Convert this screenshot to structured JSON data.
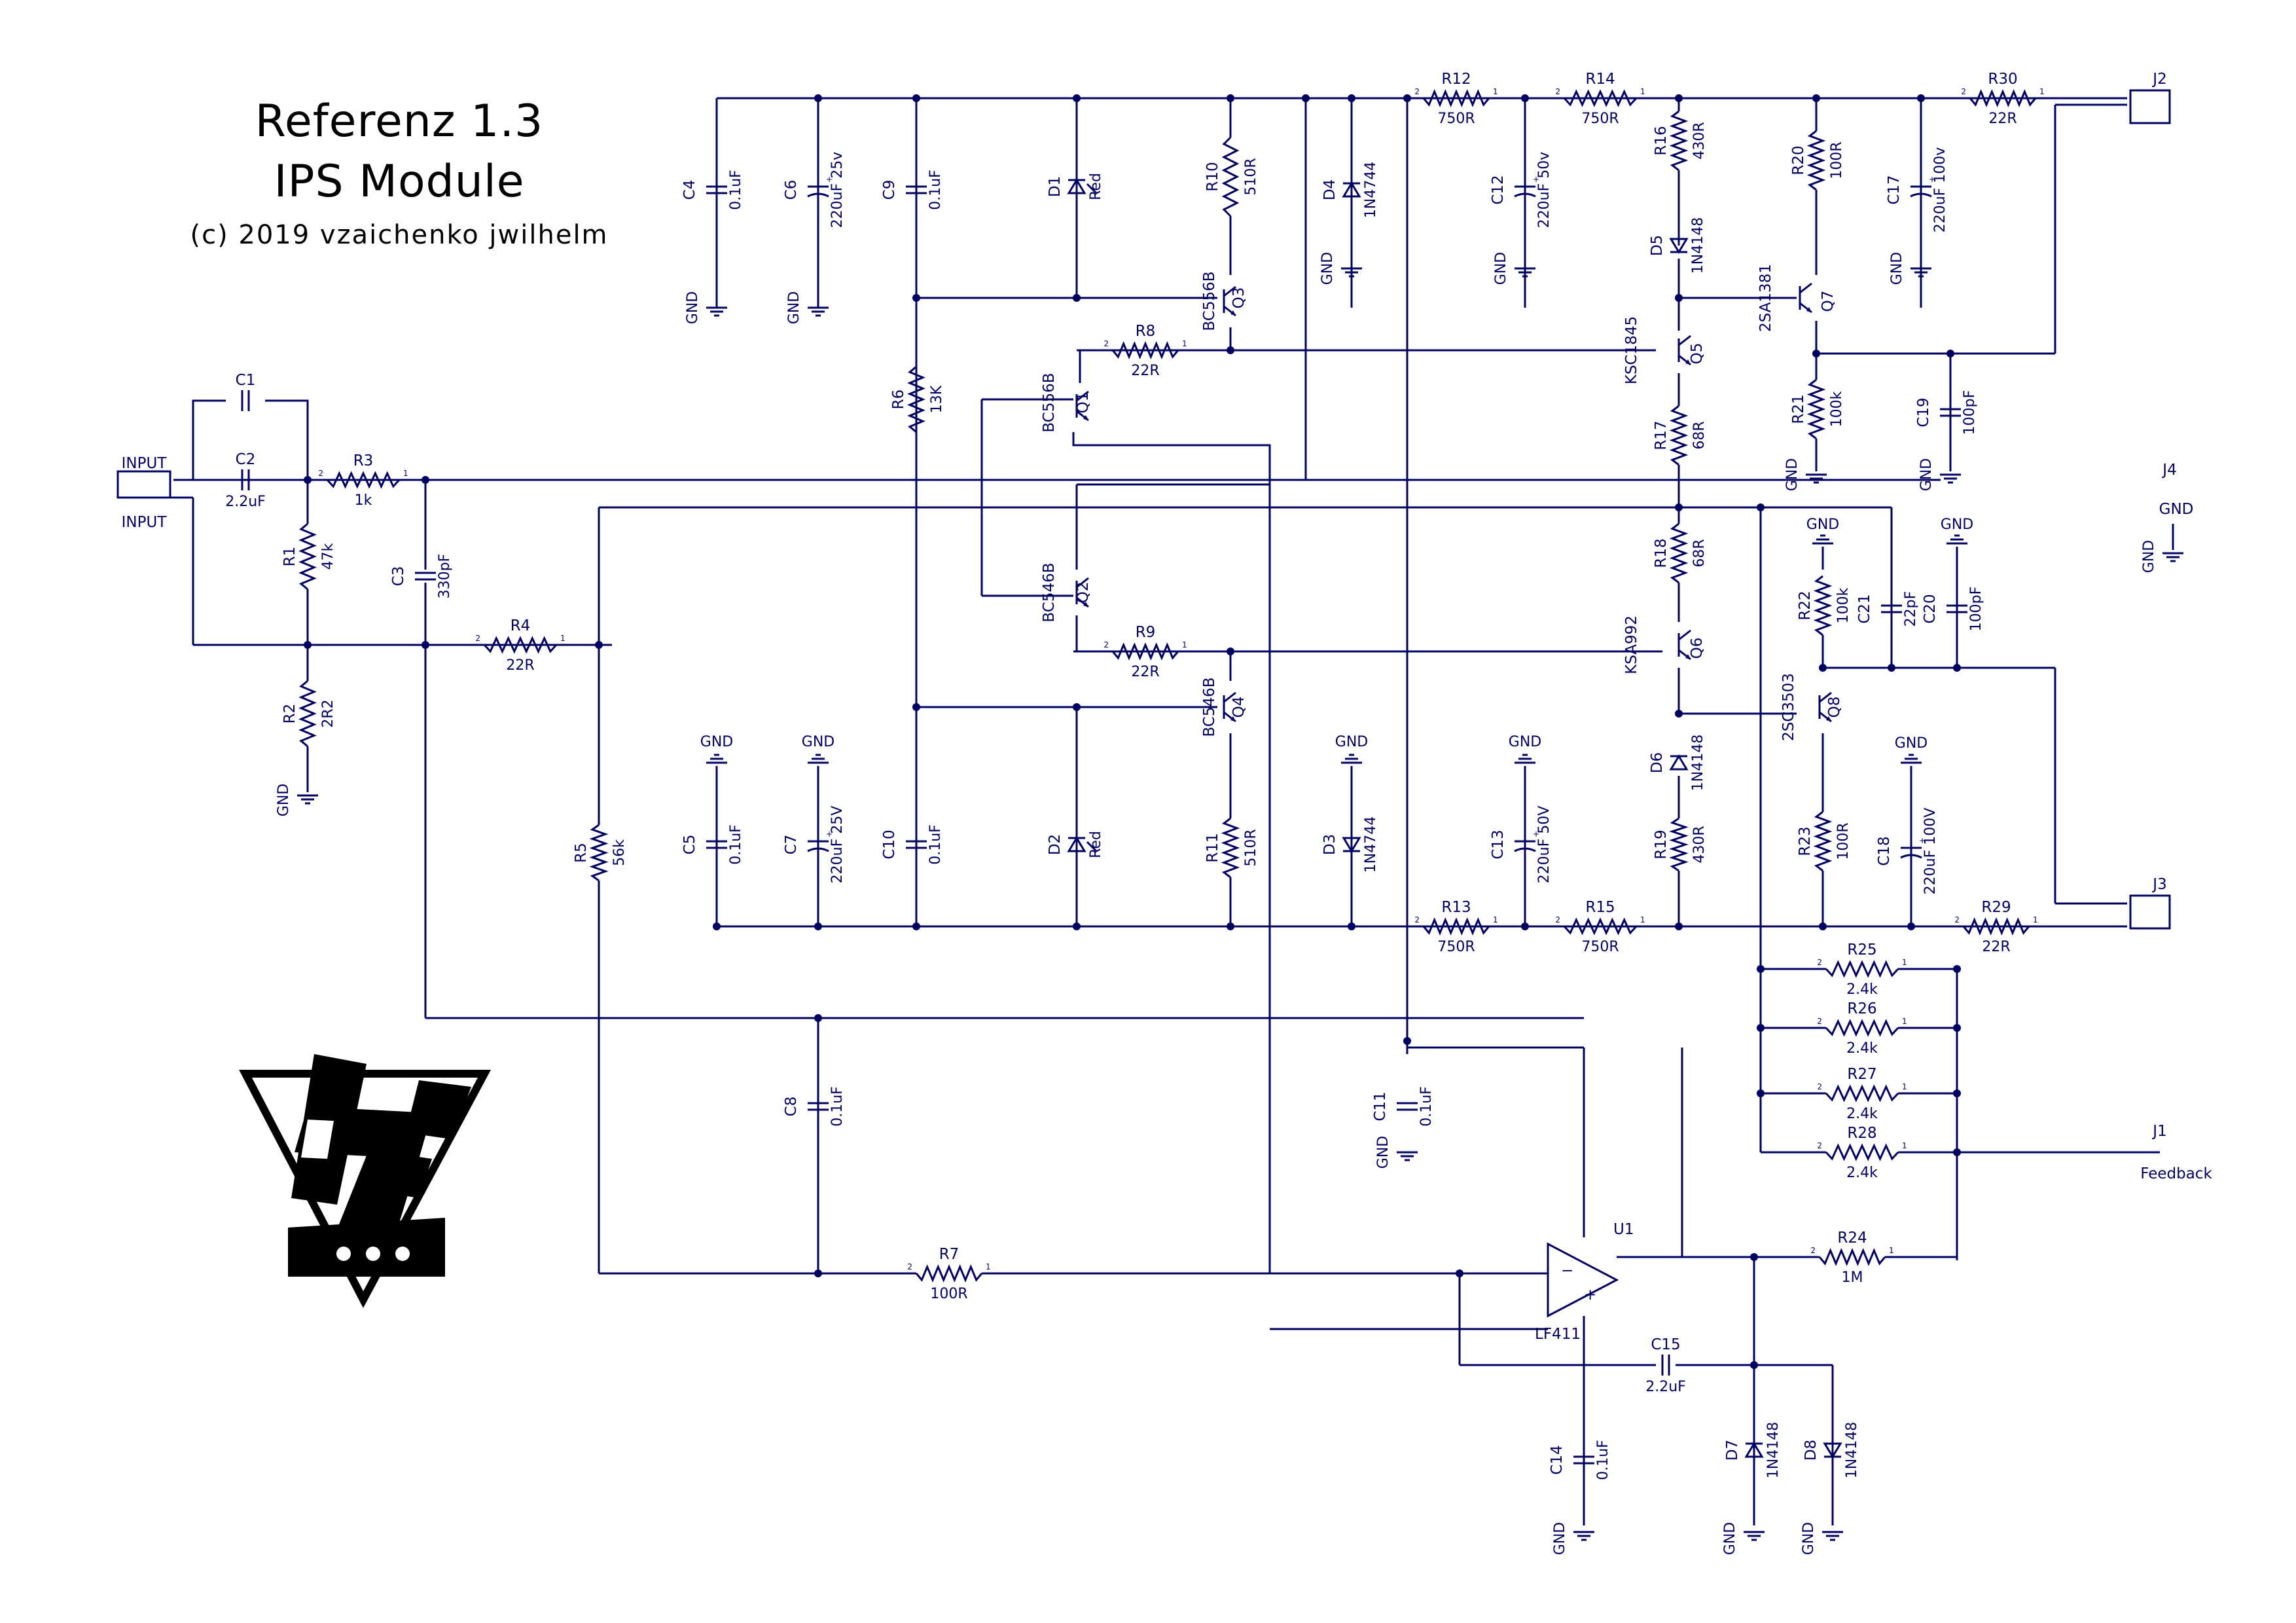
{
  "title": {
    "line1": "Referenz 1.3",
    "line2": "IPS Module",
    "line3": "(c) 2019 vzaichenko jwilhelm"
  },
  "connectors": {
    "input": {
      "ref": "INPUT",
      "name": "INPUT"
    },
    "j1": {
      "ref": "J1",
      "label": "Feedback"
    },
    "j2": {
      "ref": "J2"
    },
    "j3": {
      "ref": "J3"
    },
    "j4": {
      "ref": "J4",
      "net": "GND"
    }
  },
  "gnd_label": "GND",
  "resistors": {
    "R1": "47k",
    "R2": "2R2",
    "R3": "1k",
    "R4": "22R",
    "R5": "56k",
    "R6": "13K",
    "R7": "100R",
    "R8": "22R",
    "R9": "22R",
    "R10": "510R",
    "R11": "510R",
    "R12": "750R",
    "R13": "750R",
    "R14": "750R",
    "R15": "750R",
    "R16": "430R",
    "R17": "68R",
    "R18": "68R",
    "R19": "430R",
    "R20": "100R",
    "R21": "100k",
    "R22": "100k",
    "R23": "100R",
    "R24": "1M",
    "R25": "2.4k",
    "R26": "2.4k",
    "R27": "2.4k",
    "R28": "2.4k",
    "R29": "22R",
    "R30": "22R"
  },
  "capacitors": {
    "C1": "",
    "C2": "2.2uF",
    "C3": "330pF",
    "C4": "0.1uF",
    "C5": "0.1uF",
    "C6": "220uF 25v",
    "C7": "220uF 25V",
    "C8": "0.1uF",
    "C9": "0.1uF",
    "C10": "0.1uF",
    "C11": "0.1uF",
    "C12": "220uF 50v",
    "C13": "220uF 50V",
    "C14": "0.1uF",
    "C15": "2.2uF",
    "C17": "220uF 100v",
    "C18": "220uF 100V",
    "C19": "100pF",
    "C20": "100pF",
    "C21": "22pF"
  },
  "diodes": {
    "D1": "Red",
    "D2": "Red",
    "D3": "1N4744",
    "D4": "1N4744",
    "D5": "1N4148",
    "D6": "1N4148",
    "D7": "1N4148",
    "D8": "1N4148"
  },
  "transistors": {
    "Q1": "BC556B",
    "Q2": "BC546B",
    "Q3": "BC556B",
    "Q4": "BC546B",
    "Q5": "KSC1845",
    "Q6": "KSA992",
    "Q7": "2SA1381",
    "Q8": "2SC3503"
  },
  "opamp": {
    "ref": "U1",
    "part": "LF411"
  }
}
